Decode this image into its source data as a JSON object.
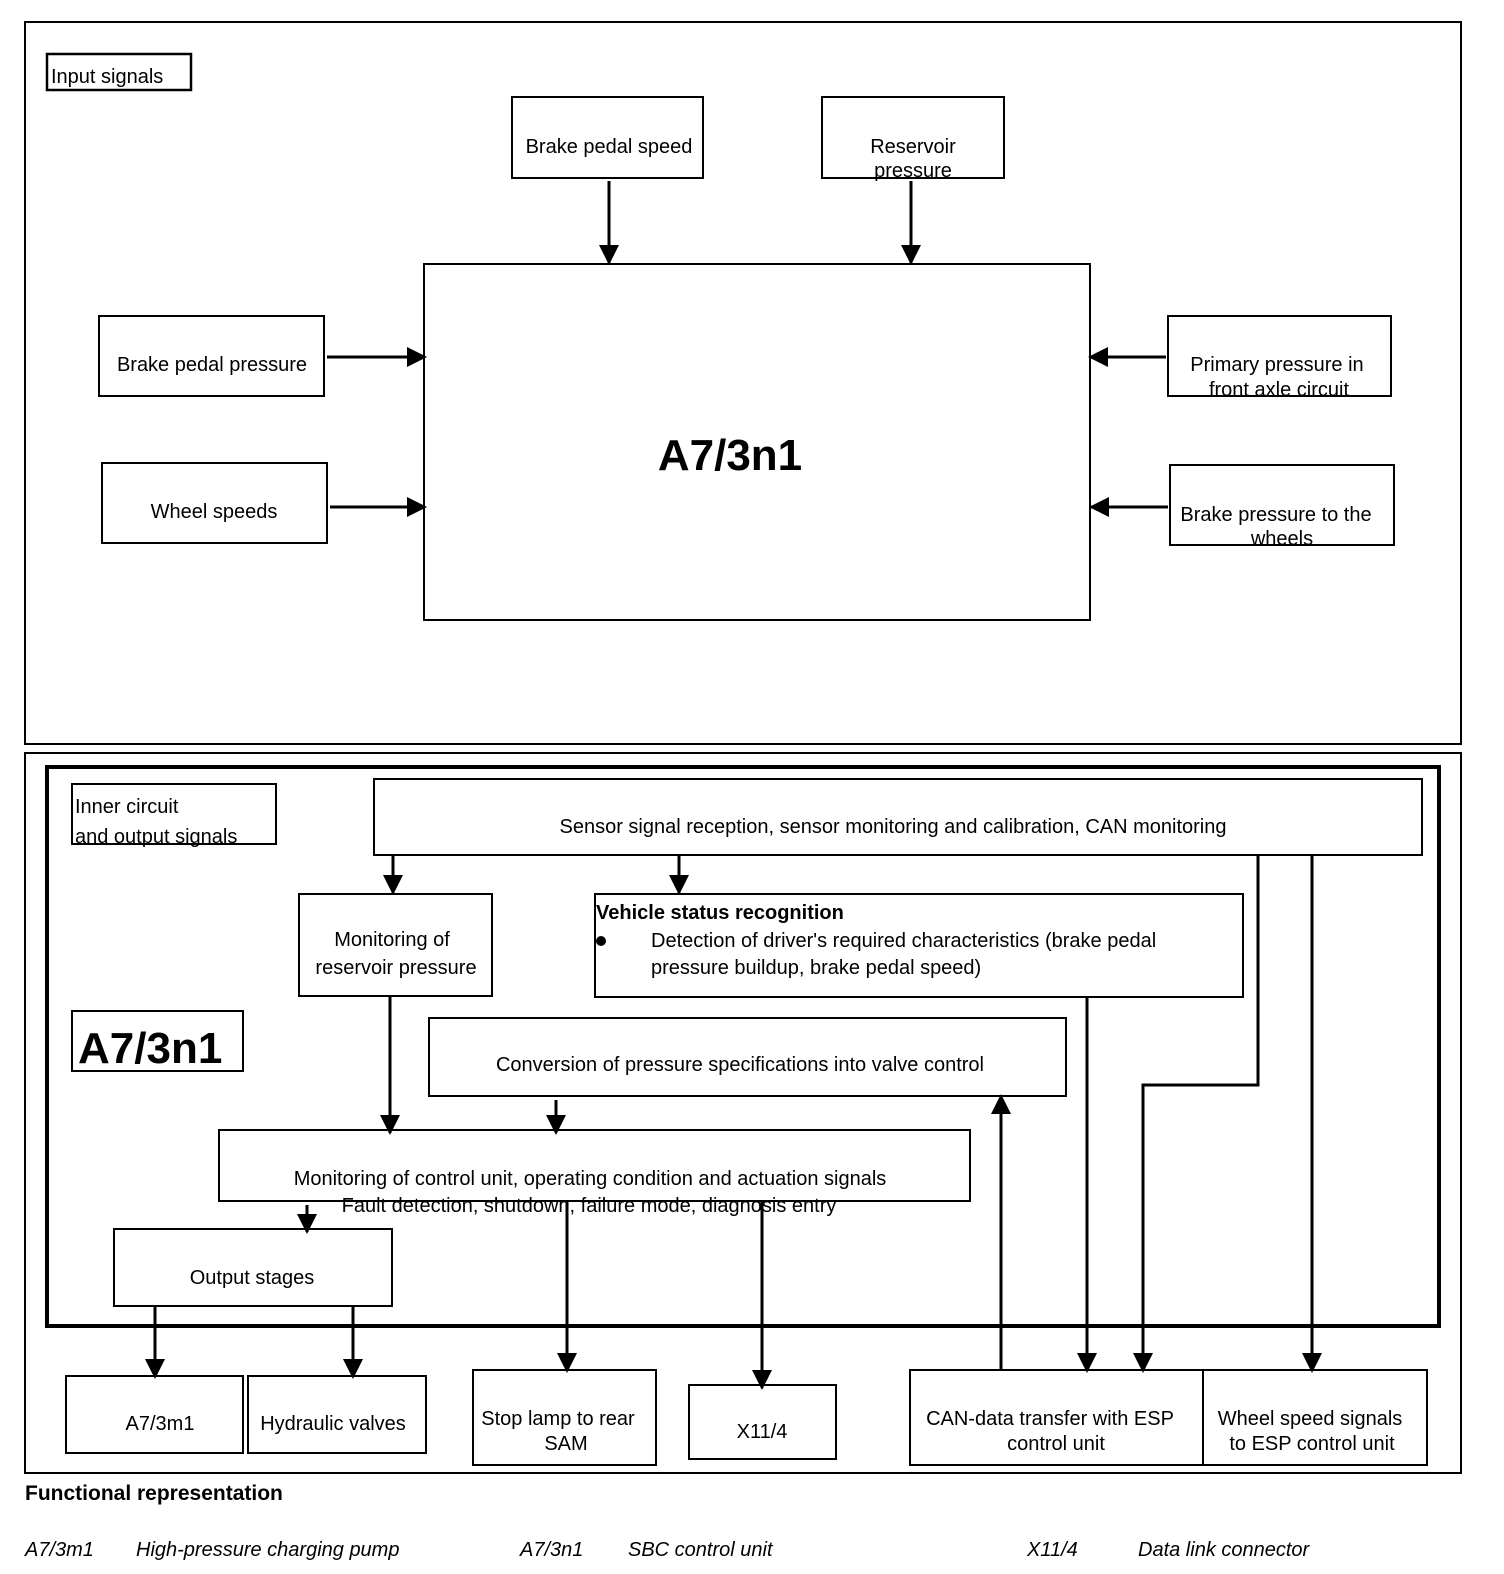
{
  "top_panel": {
    "label": "Input signals",
    "center": "A7/3n1",
    "inputs": {
      "brake_pedal_speed": "Brake pedal speed",
      "reservoir_pressure": [
        "Reservoir",
        "pressure"
      ],
      "brake_pedal_pressure": "Brake pedal pressure",
      "wheel_speeds": "Wheel speeds",
      "primary_pressure": [
        "Primary pressure in",
        "front axle circuit"
      ],
      "brake_pressure_wheels": [
        "Brake pressure to the",
        "wheels"
      ]
    }
  },
  "bottom_panel": {
    "label": [
      "Inner circuit",
      "and output signals"
    ],
    "unit_label": "A7/3n1",
    "sensor_signal": "Sensor signal reception, sensor monitoring and calibration, CAN monitoring",
    "monitoring_reservoir": [
      "Monitoring of",
      "reservoir pressure"
    ],
    "vehicle_status": {
      "title": "Vehicle status recognition",
      "bullet_lines": [
        "Detection of driver's required characteristics (brake pedal",
        "pressure buildup, brake pedal speed)"
      ]
    },
    "conversion": "Conversion of pressure specifications into valve control",
    "monitoring_control": [
      "Monitoring of control unit, operating condition and actuation signals",
      "Fault detection, shutdown, failure mode, diagnosis entry"
    ],
    "output_stages": "Output stages"
  },
  "outputs": {
    "a7_3m1": "A7/3m1",
    "hydraulic_valves": "Hydraulic valves",
    "stop_lamp": [
      "Stop lamp to rear",
      "SAM"
    ],
    "x11_4": "X11/4",
    "can_data": [
      "CAN-data transfer with ESP",
      "control unit"
    ],
    "wheel_speed_signals": [
      "Wheel speed signals",
      "to ESP control unit"
    ]
  },
  "caption": "Functional representation",
  "legend": [
    {
      "code": "A7/3m1",
      "desc": "High-pressure charging pump"
    },
    {
      "code": "A7/3n1",
      "desc": "SBC control unit"
    },
    {
      "code": "X11/4",
      "desc": "Data link connector"
    }
  ]
}
